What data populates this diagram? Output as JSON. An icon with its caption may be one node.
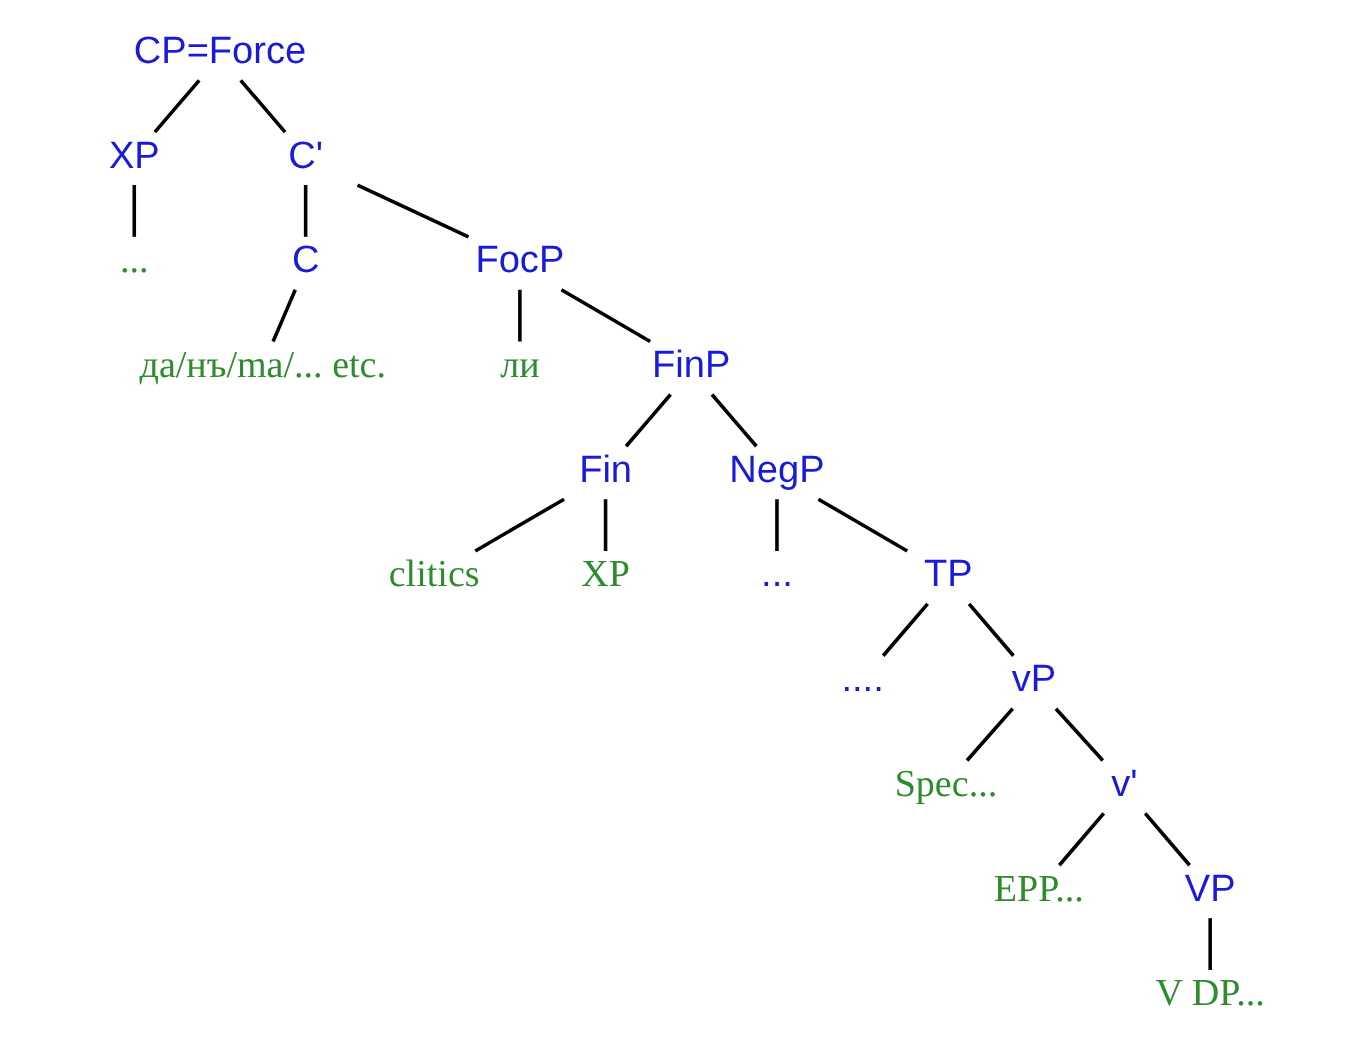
{
  "diagram": {
    "nodes": [
      {
        "text": [
          "CP=Force"
        ]
      },
      {
        "text": [
          "XP"
        ]
      },
      {
        "text": [
          "C'"
        ]
      },
      {
        "text": [
          "..."
        ]
      },
      {
        "text": [
          "C"
        ]
      },
      {
        "text": [
          "FocP"
        ]
      },
      {
        "text": [
          "да/нъ/ma/... etc."
        ]
      },
      {
        "text": [
          "ли"
        ]
      },
      {
        "text": [
          "FinP"
        ]
      },
      {
        "text": [
          "Fin"
        ]
      },
      {
        "text": [
          "NegP"
        ]
      },
      {
        "text": [
          "clitics"
        ]
      },
      {
        "text": [
          "XP"
        ]
      },
      {
        "text": [
          "..."
        ]
      },
      {
        "text": [
          "TP"
        ]
      },
      {
        "text": [
          "...."
        ]
      },
      {
        "text": [
          "vP"
        ]
      },
      {
        "text": [
          "Spec..."
        ]
      },
      {
        "text": [
          "v'"
        ]
      },
      {
        "text": [
          "EPP..."
        ]
      },
      {
        "text": [
          "VP"
        ]
      },
      {
        "text": [
          "V DP..."
        ]
      }
    ],
    "edges": [
      {
        "from": 0,
        "to": 1,
        "arrow": "none"
      },
      {
        "from": 0,
        "to": 2,
        "arrow": "none"
      },
      {
        "from": 1,
        "to": 3,
        "arrow": "none"
      },
      {
        "from": 2,
        "to": 4,
        "arrow": "none"
      },
      {
        "from": 2,
        "to": 5,
        "arrow": "none"
      },
      {
        "from": 4,
        "to": 6,
        "arrow": "none"
      },
      {
        "from": 5,
        "to": 7,
        "arrow": "none"
      },
      {
        "from": 5,
        "to": 8,
        "arrow": "none"
      },
      {
        "from": 8,
        "to": 9,
        "arrow": "none"
      },
      {
        "from": 8,
        "to": 10,
        "arrow": "none"
      },
      {
        "from": 9,
        "to": 11,
        "arrow": "none"
      },
      {
        "from": 9,
        "to": 12,
        "arrow": "none"
      },
      {
        "from": 10,
        "to": 13,
        "arrow": "none"
      },
      {
        "from": 10,
        "to": 14,
        "arrow": "none"
      },
      {
        "from": 14,
        "to": 15,
        "arrow": "none"
      },
      {
        "from": 14,
        "to": 16,
        "arrow": "none"
      },
      {
        "from": 16,
        "to": 17,
        "arrow": "none"
      },
      {
        "from": 16,
        "to": 18,
        "arrow": "none"
      },
      {
        "from": 18,
        "to": 19,
        "arrow": "none"
      },
      {
        "from": 18,
        "to": 20,
        "arrow": "none"
      },
      {
        "from": 20,
        "to": 21,
        "arrow": "none"
      }
    ]
  }
}
